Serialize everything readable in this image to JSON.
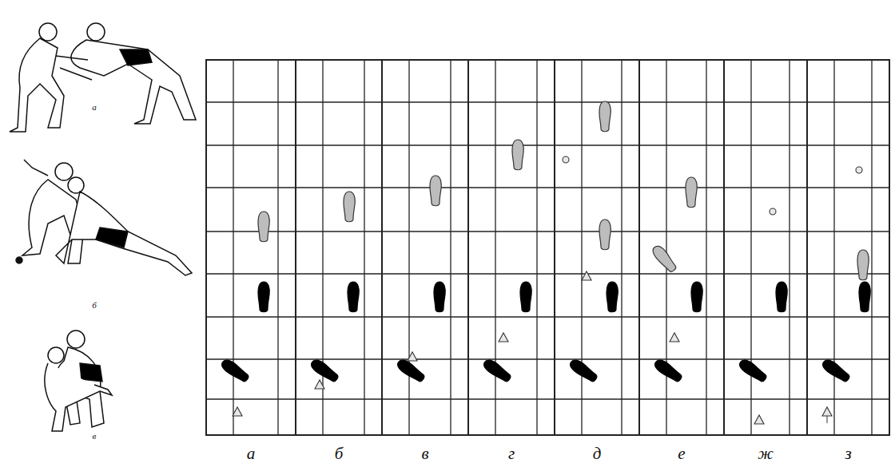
{
  "diagram": {
    "labels": [
      "а",
      "б",
      "в",
      "а",
      "б",
      "в",
      "г",
      "д",
      "е",
      "ж",
      "з"
    ]
  }
}
